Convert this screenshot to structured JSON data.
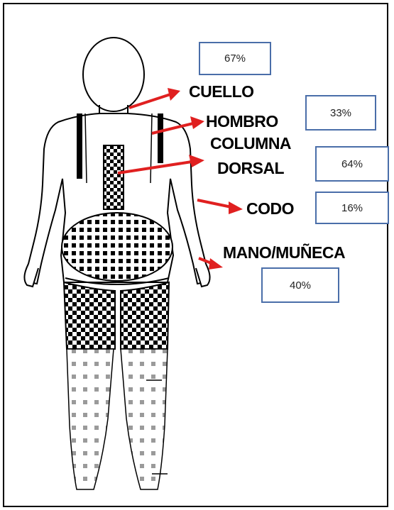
{
  "regions": {
    "cuello": {
      "label": "CUELLO",
      "value": "67%"
    },
    "hombro": {
      "label": "HOMBRO",
      "value": "33%"
    },
    "columna": {
      "label_line1": "COLUMNA",
      "label_line2": "DORSAL",
      "value": "64%"
    },
    "codo": {
      "label": "CODO",
      "value": "16%"
    },
    "mano": {
      "label": "MANO/MUÑECA",
      "value": "40%"
    }
  },
  "colors": {
    "arrow": "#e02020",
    "box_border": "#4a6ea9",
    "outline": "#000000"
  }
}
